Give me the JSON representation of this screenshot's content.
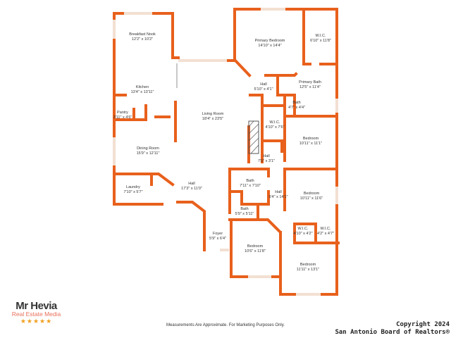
{
  "rooms": [
    {
      "name": "Breakfast Nook",
      "dims": "12'2\" x 10'2\""
    },
    {
      "name": "Primary Bedroom",
      "dims": "14'10\" x 14'4\""
    },
    {
      "name": "W.I.C.",
      "dims": "6'10\" x 11'8\""
    },
    {
      "name": "Hall",
      "dims": "5'10\" x 4'1\""
    },
    {
      "name": "Primary Bath",
      "dims": "12'5\" x 11'4\""
    },
    {
      "name": "Bath",
      "dims": "4'7\" x 4'4\""
    },
    {
      "name": "Kitchen",
      "dims": "13'4\" x 13'11\""
    },
    {
      "name": "Pantry",
      "dims": "3'11\" x 4'6\""
    },
    {
      "name": "Living Room",
      "dims": "18'4\" x 23'5\""
    },
    {
      "name": "W.I.C.",
      "dims": "4'10\" x 7'6\""
    },
    {
      "name": "Bedroom",
      "dims": "10'11\" x 11'1\""
    },
    {
      "name": "Dining Room",
      "dims": "15'9\" x 12'11\""
    },
    {
      "name": "Hall",
      "dims": "7'0\" x 3'1\""
    },
    {
      "name": "Bath",
      "dims": "7'11\" x 7'10\""
    },
    {
      "name": "Hall",
      "dims": "6'4\" x 14'1\""
    },
    {
      "name": "Bedroom",
      "dims": "10'11\" x 11'6\""
    },
    {
      "name": "Laundry",
      "dims": "7'10\" x 5'7\""
    },
    {
      "name": "Hall",
      "dims": "17'3\" x 11'0\""
    },
    {
      "name": "Bath",
      "dims": "5'9\" x 5'11\""
    },
    {
      "name": "W.I.C.",
      "dims": "4'10\" x 4'2\""
    },
    {
      "name": "W.I.C.",
      "dims": "4'2\" x 4'7\""
    },
    {
      "name": "Foyer",
      "dims": "5'9\" x 6'4\""
    },
    {
      "name": "Bedroom",
      "dims": "10'6\" x 11'8\""
    },
    {
      "name": "Bedroom",
      "dims": "11'11\" x 13'1\""
    }
  ],
  "logo": {
    "name": "Mr Hevia",
    "sub": "Real Estate Media",
    "stars": "★★★★★"
  },
  "disclaimer": "Measurements Are Approximate. For Marketing Purposes Only.",
  "copyright": {
    "line1": "Copyright 2024",
    "line2": "San Antonio Board of Realtors®"
  },
  "colors": {
    "wall": "#e8601c",
    "window": "#f3e0d2"
  }
}
